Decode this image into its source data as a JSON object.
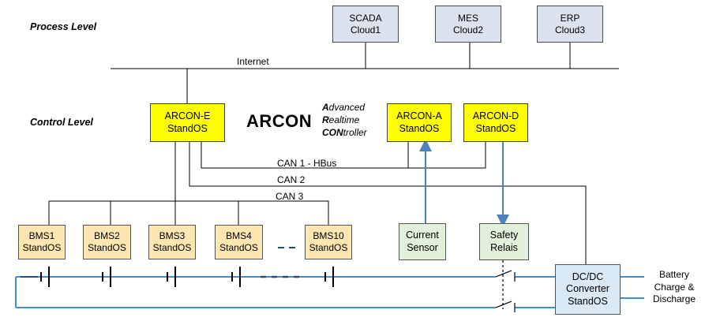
{
  "levels": {
    "process": "Process Level",
    "control": "Control Level"
  },
  "cloud_boxes": [
    {
      "line1": "SCADA",
      "line2": "Cloud1"
    },
    {
      "line1": "MES",
      "line2": "Cloud2"
    },
    {
      "line1": "ERP",
      "line2": "Cloud3"
    }
  ],
  "internet_label": "Internet",
  "arcon": {
    "title": "ARCON",
    "acronym": [
      {
        "initial": "A",
        "rest": "dvanced"
      },
      {
        "initial": "R",
        "rest": "ealtime"
      },
      {
        "initial": "CON",
        "rest": "troller"
      }
    ]
  },
  "controllers": [
    {
      "line1": "ARCON-E",
      "line2": "StandOS"
    },
    {
      "line1": "ARCON-A",
      "line2": "StandOS"
    },
    {
      "line1": "ARCON-D",
      "line2": "StandOS"
    }
  ],
  "buses": {
    "can1": "CAN 1 - HBus",
    "can2": "CAN 2",
    "can3": "CAN 3"
  },
  "bms": [
    {
      "line1": "BMS1",
      "line2": "StandOS"
    },
    {
      "line1": "BMS2",
      "line2": "StandOS"
    },
    {
      "line1": "BMS3",
      "line2": "StandOS"
    },
    {
      "line1": "BMS4",
      "line2": "StandOS"
    },
    {
      "line1": "BMS10",
      "line2": "StandOS"
    }
  ],
  "current_sensor": {
    "line1": "Current",
    "line2": "Sensor"
  },
  "safety_relais": {
    "line1": "Safety",
    "line2": "Relais"
  },
  "converter": {
    "line1": "DC/DC",
    "line2": "Converter",
    "line3": "StandOS"
  },
  "output": {
    "line1": "Battery",
    "line2": "Charge &",
    "line3": "Discharge"
  },
  "colors": {
    "cloud_fill": "#dce3ef",
    "controller_fill": "#ffff00",
    "bms_fill": "#fde6b2",
    "sensor_fill": "#e2efd9",
    "converter_fill": "#d9e9f6",
    "signal_arrow": "#4f81bd",
    "power_line": "#3b8fd3"
  }
}
